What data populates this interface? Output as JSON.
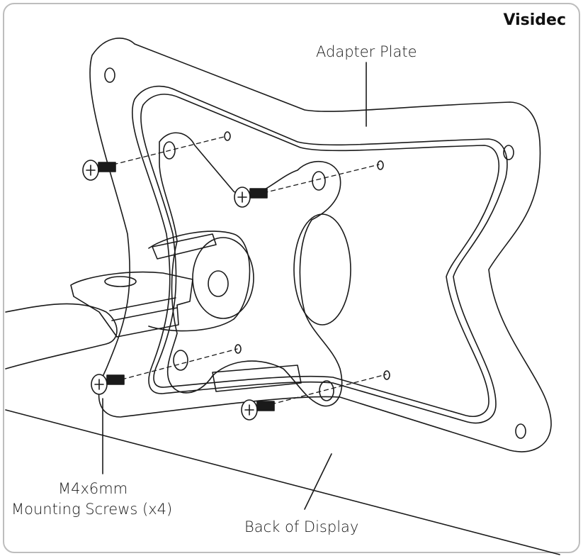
{
  "brand": {
    "name": "Visidec"
  },
  "labels": {
    "adapter_plate": "Adapter Plate",
    "screw_size": "M4x6mm",
    "screw_desc": "Mounting Screws (x4)",
    "back_of_display": "Back of Display"
  },
  "colors": {
    "line": "#1a1a1a",
    "frame": "#bdbdbd",
    "background": "#ffffff"
  }
}
